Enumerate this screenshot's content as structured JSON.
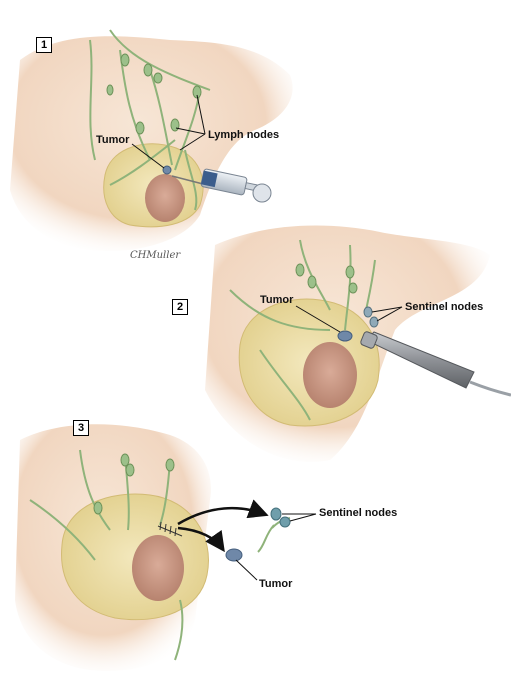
{
  "panels": [
    {
      "step": "1",
      "labels": {
        "tumor": "Tumor",
        "lymph_nodes": "Lymph nodes"
      }
    },
    {
      "step": "2",
      "labels": {
        "tumor": "Tumor",
        "sentinel_nodes": "Sentinel nodes"
      }
    },
    {
      "step": "3",
      "labels": {
        "tumor": "Tumor",
        "sentinel_nodes": "Sentinel nodes"
      }
    }
  ],
  "signature": "CHMuller",
  "colors": {
    "skin": "#f3dcc8",
    "skin_shadow": "#e6c2a6",
    "breast_tissue": "#efe2b0",
    "lymph_vessel": "#8fb37a",
    "node": "#9cc08a",
    "areola": "#c99a86",
    "tumor": "#6f88a8",
    "syringe": "#b9c2cc",
    "probe": "#8e9196"
  }
}
